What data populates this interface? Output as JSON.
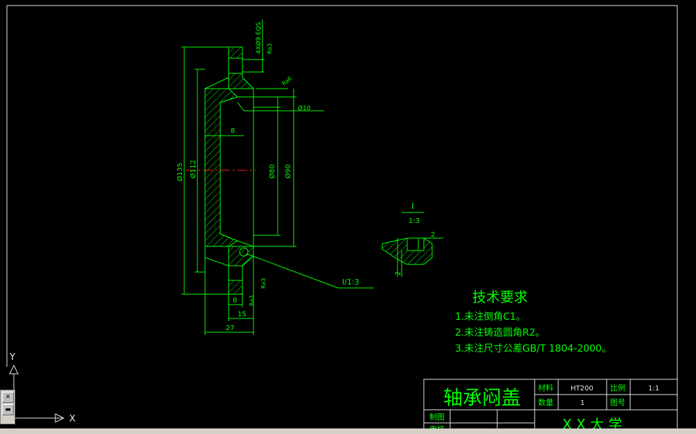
{
  "drawing": {
    "dims": {
      "holes": "4XØ9 EQS",
      "ra3_top": "Ra3",
      "ra3_bottom": "Ra3",
      "ra6": "Ra6",
      "ra3_right": "Ra3",
      "d10": "Ø10",
      "eight_top": "8",
      "d135": "Ø135",
      "d112": "Ø112",
      "d80": "Ø80",
      "d90": "Ø90",
      "eight_bottom": "8",
      "fifteen": "15",
      "twentyseven": "27",
      "callout": "I/1:3"
    },
    "detail": {
      "title": "I",
      "scale": "1:3",
      "dim2_right": "2",
      "dim2_left": "2"
    },
    "notes": {
      "heading": "技术要求",
      "line1": "1.未注倒角C1。",
      "line2": "2.未注铸造圆角R2。",
      "line3": "3.未注尺寸公差GB/T 1804-2000。"
    },
    "title_block": {
      "part_name": "轴承闷盖",
      "material_label": "材料",
      "material_value": "HT200",
      "scale_label": "比例",
      "scale_value": "1:1",
      "qty_label": "数量",
      "qty_value": "1",
      "drawing_no_label": "图号",
      "drawn_label": "制图",
      "checked_label": "审核",
      "org": "X X 大 学"
    },
    "ucs": {
      "x": "X",
      "y": "Y"
    }
  },
  "colors": {
    "background": "#000000",
    "lines": "#00ff00",
    "frame": "#e8e8e8",
    "center": "#ff2020"
  }
}
